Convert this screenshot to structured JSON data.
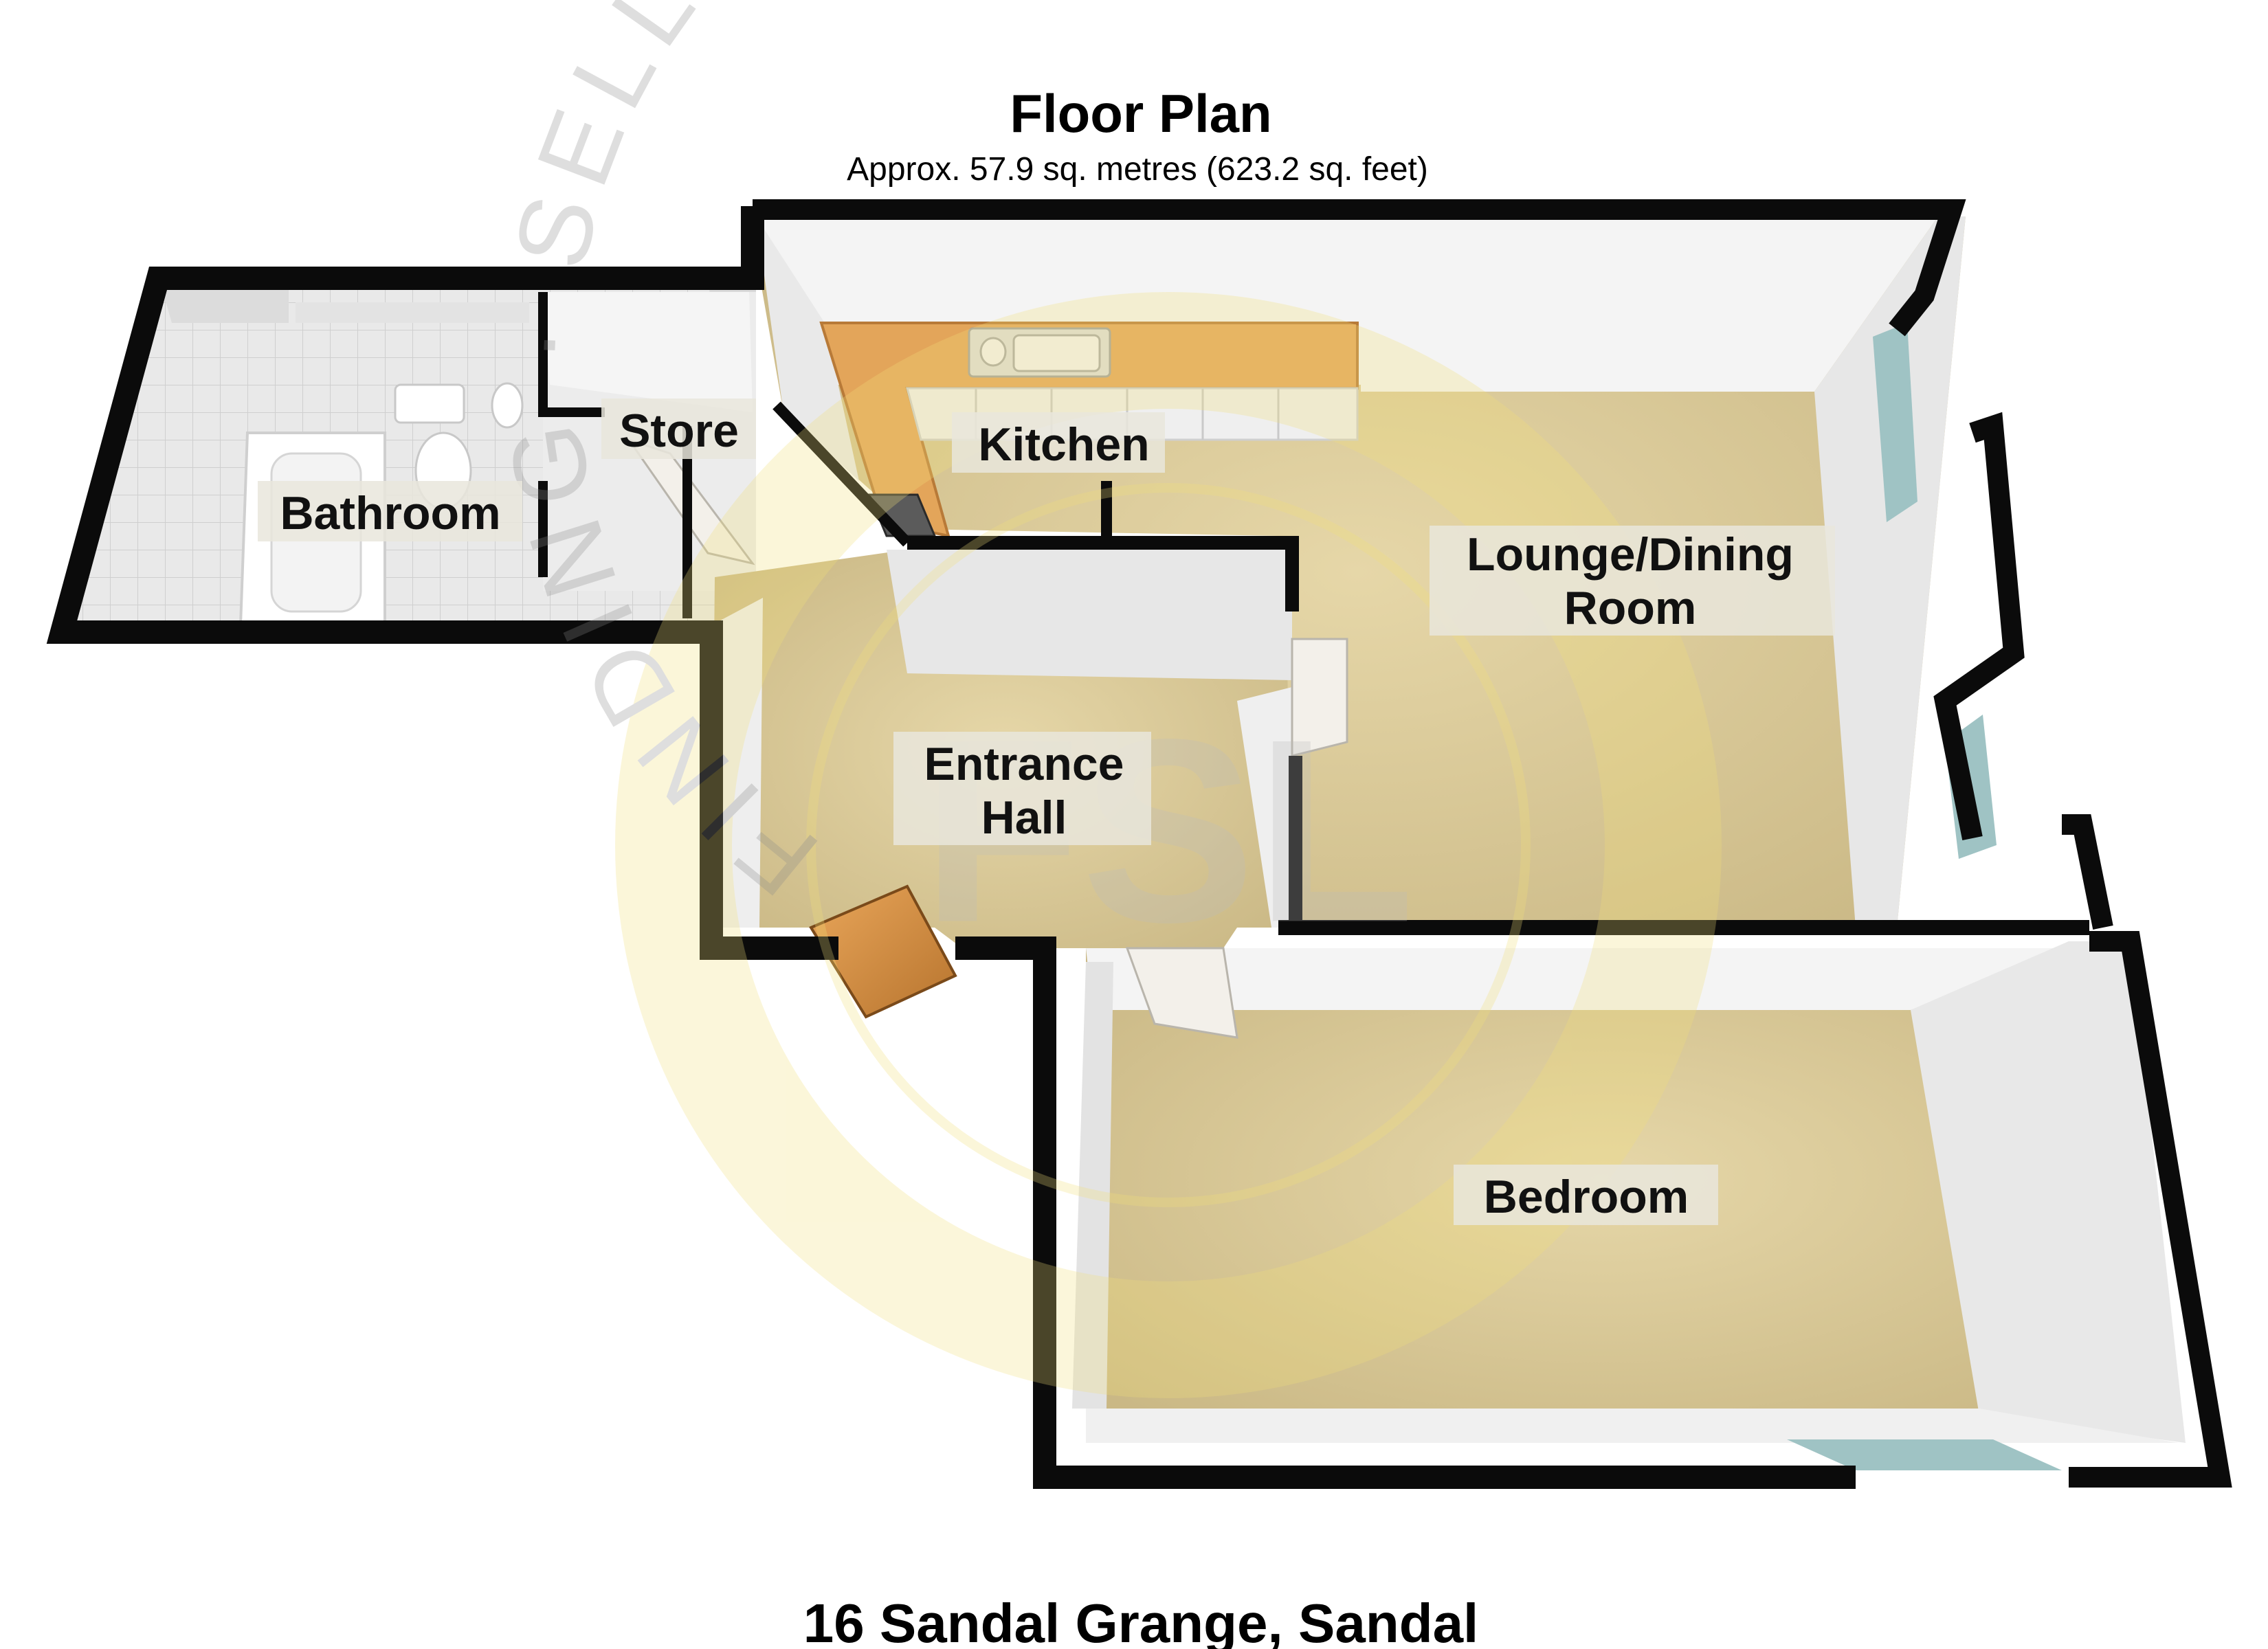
{
  "header": {
    "title": "Floor Plan",
    "area": "Approx. 57.9 sq. metres (623.2 sq. feet)"
  },
  "rooms": {
    "bathroom": "Bathroom",
    "store": "Store",
    "kitchen": "Kitchen",
    "lounge_line1": "Lounge/Dining",
    "lounge_line2": "Room",
    "hall_line1": "Entrance",
    "hall_line2": "Hall",
    "bedroom": "Bedroom"
  },
  "watermark": {
    "logo": "FSL",
    "ring_text": "FINDING · SELLING · LETTING",
    "color": "#f2e07a"
  },
  "footer": {
    "address": "16 Sandal Grange, Sandal"
  },
  "colors": {
    "wall": "#0b0b0b",
    "carpet": "#d8c89a",
    "wall_face": "#f2f2f2",
    "tile": "#e6e6e6",
    "worktop": "#e0a052",
    "window": "#9fc3c4"
  }
}
